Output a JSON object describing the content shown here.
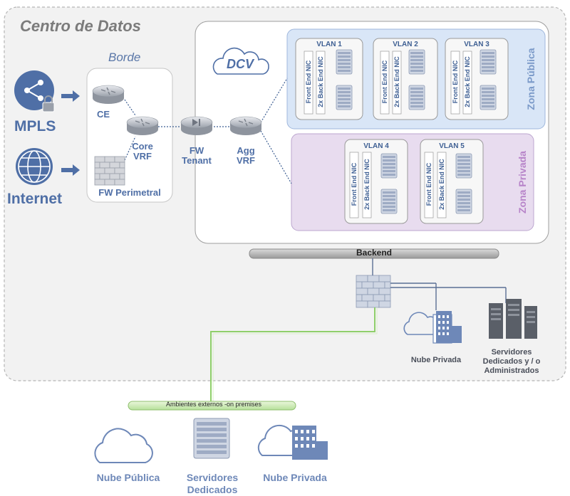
{
  "title": "Centro de Datos",
  "borde": {
    "title": "Borde",
    "ce": "CE",
    "core_vrf": "Core\nVRF",
    "fw_perimetral": "FW Perimetral"
  },
  "mpls": "MPLS",
  "internet": "Internet",
  "fw_tenant": "FW\nTenant",
  "agg_vrf": "Agg\nVRF",
  "dcv": "DCV",
  "zona_publica": "Zona Pública",
  "zona_privada": "Zona Privada",
  "nic_front": "Front End NIC",
  "nic_back": "2x Back End NIC",
  "vlans": [
    "VLAN 1",
    "VLAN 2",
    "VLAN 3",
    "VLAN 4",
    "VLAN 5"
  ],
  "backend": "Backend",
  "nube_privada_dc": "Nube Privada",
  "servidores_dc": "Servidores\nDedicados y / o\nAdministrados",
  "ambientes": "Ambientes externos -on premises",
  "bottom": {
    "nube_publica": "Nube Pública",
    "servidores": "Servidores\nDedicados",
    "nube_privada": "Nube Privada"
  },
  "colors": {
    "accent": "#4f6fa6",
    "public_zone": "#d9e6f7",
    "private_zone": "#e8dcef",
    "link_green": "#8fcf6a"
  }
}
